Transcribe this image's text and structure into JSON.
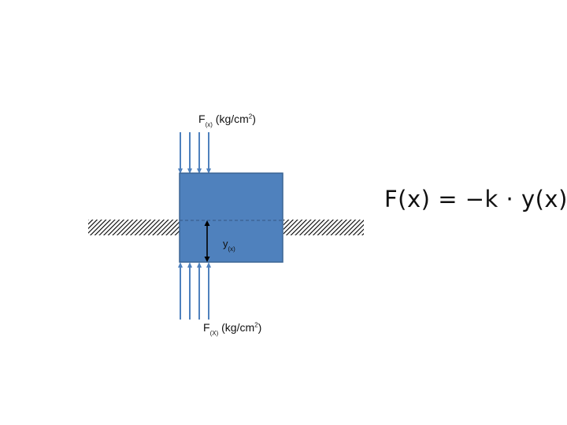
{
  "diagram": {
    "top_force": {
      "symbol": "F",
      "subscript": "(x)",
      "unit_prefix": "(kg/cm",
      "unit_power": "2",
      "unit_suffix": ")"
    },
    "bottom_force": {
      "symbol": "F",
      "subscript": "(X)",
      "unit_prefix": "(kg/cm",
      "unit_power": "2",
      "unit_suffix": ")"
    },
    "displacement": {
      "symbol": "y",
      "subscript": "(x)"
    },
    "equation": "F(x) = −k · y(x)",
    "colors": {
      "block_fill": "#4f81bd",
      "block_stroke": "#3a6494",
      "force_arrows": "#4f81bd",
      "ground_hatch": "#000000",
      "reference_line": "#3a5f8f"
    }
  }
}
